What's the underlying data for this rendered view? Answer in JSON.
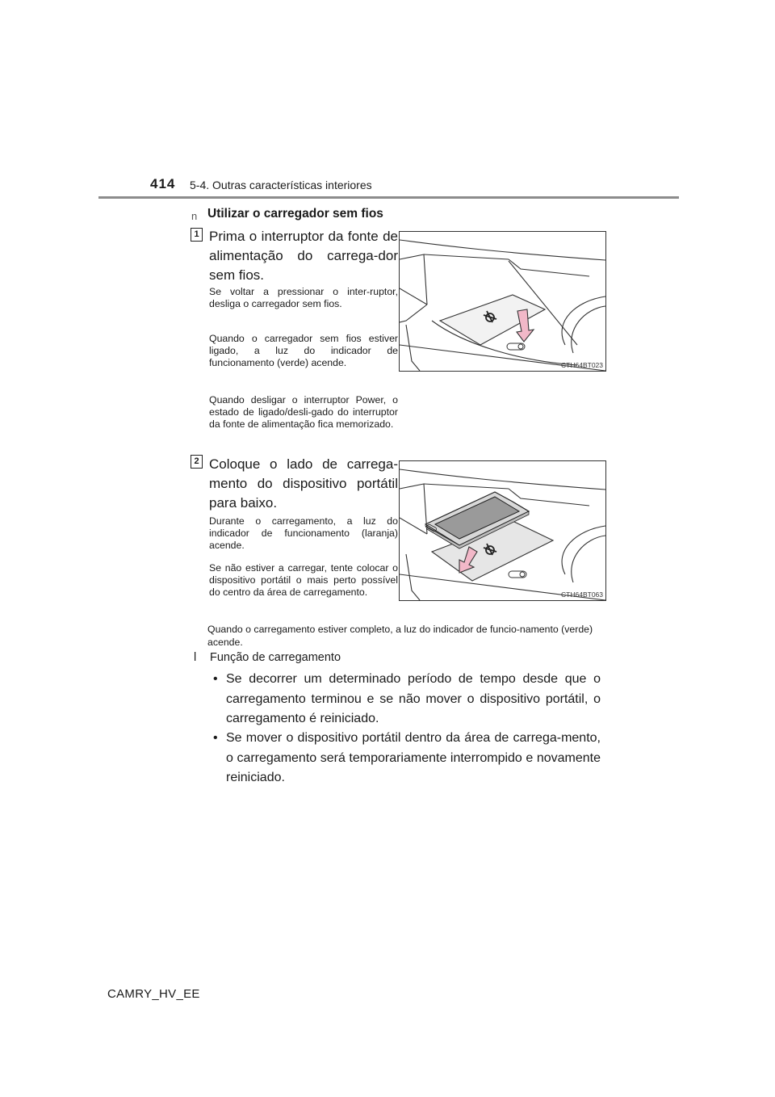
{
  "header": {
    "page_number": "414",
    "section": "5-4. Outras características interiores"
  },
  "section": {
    "bullet": "n",
    "title": "Utilizar o carregador sem fios"
  },
  "steps": [
    {
      "number": "1",
      "text": "Prima o interruptor da fonte de alimentação do carrega-dor sem fios.",
      "notes": [
        "Se voltar a pressionar o inter-ruptor, desliga o carregador sem fios.",
        "Quando o carregador sem fios estiver ligado, a luz do indicador de funcionamento (verde) acende.",
        "Quando desligar o interruptor Power, o estado de ligado/desli-gado do interruptor da fonte de alimentação fica memorizado."
      ],
      "figure_code": "CTH64BT023"
    },
    {
      "number": "2",
      "text": "Coloque o lado de carrega-mento do dispositivo portátil para baixo.",
      "notes": [
        "Durante o carregamento, a luz do indicador de funcionamento (laranja) acende.",
        "Se não estiver a carregar, tente colocar o dispositivo portátil o mais perto possível do centro da área de carregamento."
      ],
      "figure_code": "CTH64BT063"
    }
  ],
  "full_note": "Quando o carregamento estiver completo, a luz do indicador de funcio-namento (verde) acende.",
  "function": {
    "bullet": "l",
    "title": "Função de carregamento",
    "items": [
      "Se decorrer um determinado período de tempo desde que o carregamento terminou e se não mover o dispositivo portátil, o carregamento é reiniciado.",
      "Se mover o dispositivo portátil dentro da área de carrega-mento, o carregamento será temporariamente interrompido e novamente reiniciado."
    ]
  },
  "footer": "CAMRY_HV_EE",
  "colors": {
    "arrow_fill": "#f2b8c8",
    "pad_fill": "#e6e6e6",
    "rule": "#8c8c8c"
  }
}
